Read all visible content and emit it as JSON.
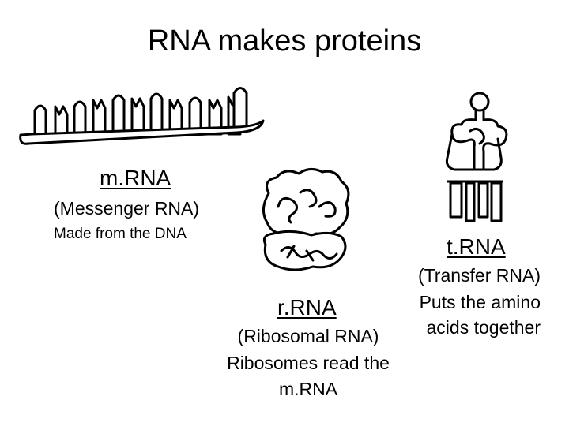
{
  "title": "RNA makes proteins",
  "mrna": {
    "label": "m.RNA",
    "full_name": "(Messenger RNA)",
    "description": "Made from the DNA",
    "icon": "mrna-strand-icon"
  },
  "trna": {
    "label": "t.RNA",
    "full_name": "(Transfer RNA)",
    "description_line1": "Puts the amino",
    "description_line2": "acids together",
    "icon": "trna-cloverleaf-icon"
  },
  "rrna": {
    "label": "r.RNA",
    "full_name": "(Ribosomal  RNA)",
    "description_line1": "Ribosomes read the",
    "description_line2": "m.RNA",
    "icon": "ribosome-icon"
  }
}
